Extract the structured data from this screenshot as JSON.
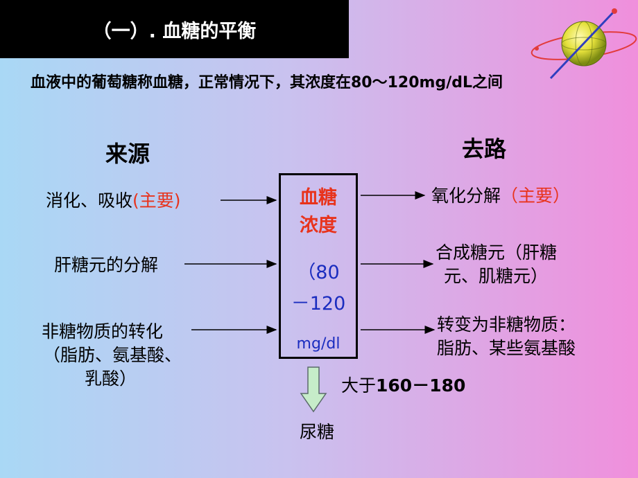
{
  "title": "（一）. 血糖的平衡",
  "intro": "血液中的葡萄糖称血糖，正常情况下，其浓度在80～120mg/dL之间",
  "sources": {
    "heading": "来源",
    "item1_text": "消化、吸收",
    "item1_note": "(主要)",
    "item2_text": "肝糖元的分解",
    "item3_line1": "非糖物质的转化",
    "item3_line2": "（脂肪、氨基酸、",
    "item3_line3": "乳酸）"
  },
  "sinks": {
    "heading": "去路",
    "item1_text": "氧化分解",
    "item1_note": "（主要）",
    "item2_line1": "合成糖元（肝糖",
    "item2_line2": "元、肌糖元）",
    "item3_line1": "转变为非糖物质：",
    "item3_line2": "脂肪、某些氨基酸"
  },
  "center": {
    "title_line1": "血糖",
    "title_line2": "浓度",
    "range_line1": "（80",
    "range_line2": "－120",
    "unit": "mg/dl"
  },
  "overflow": {
    "condition_prefix": "大于",
    "condition_value": "160－180",
    "result": "尿糖"
  },
  "colors": {
    "accent_red": "#e8331c",
    "accent_blue": "#1a2cbf",
    "arrow_fill": "#c6ecc9"
  },
  "icons": {
    "logo": "globe-orbit-icon"
  }
}
